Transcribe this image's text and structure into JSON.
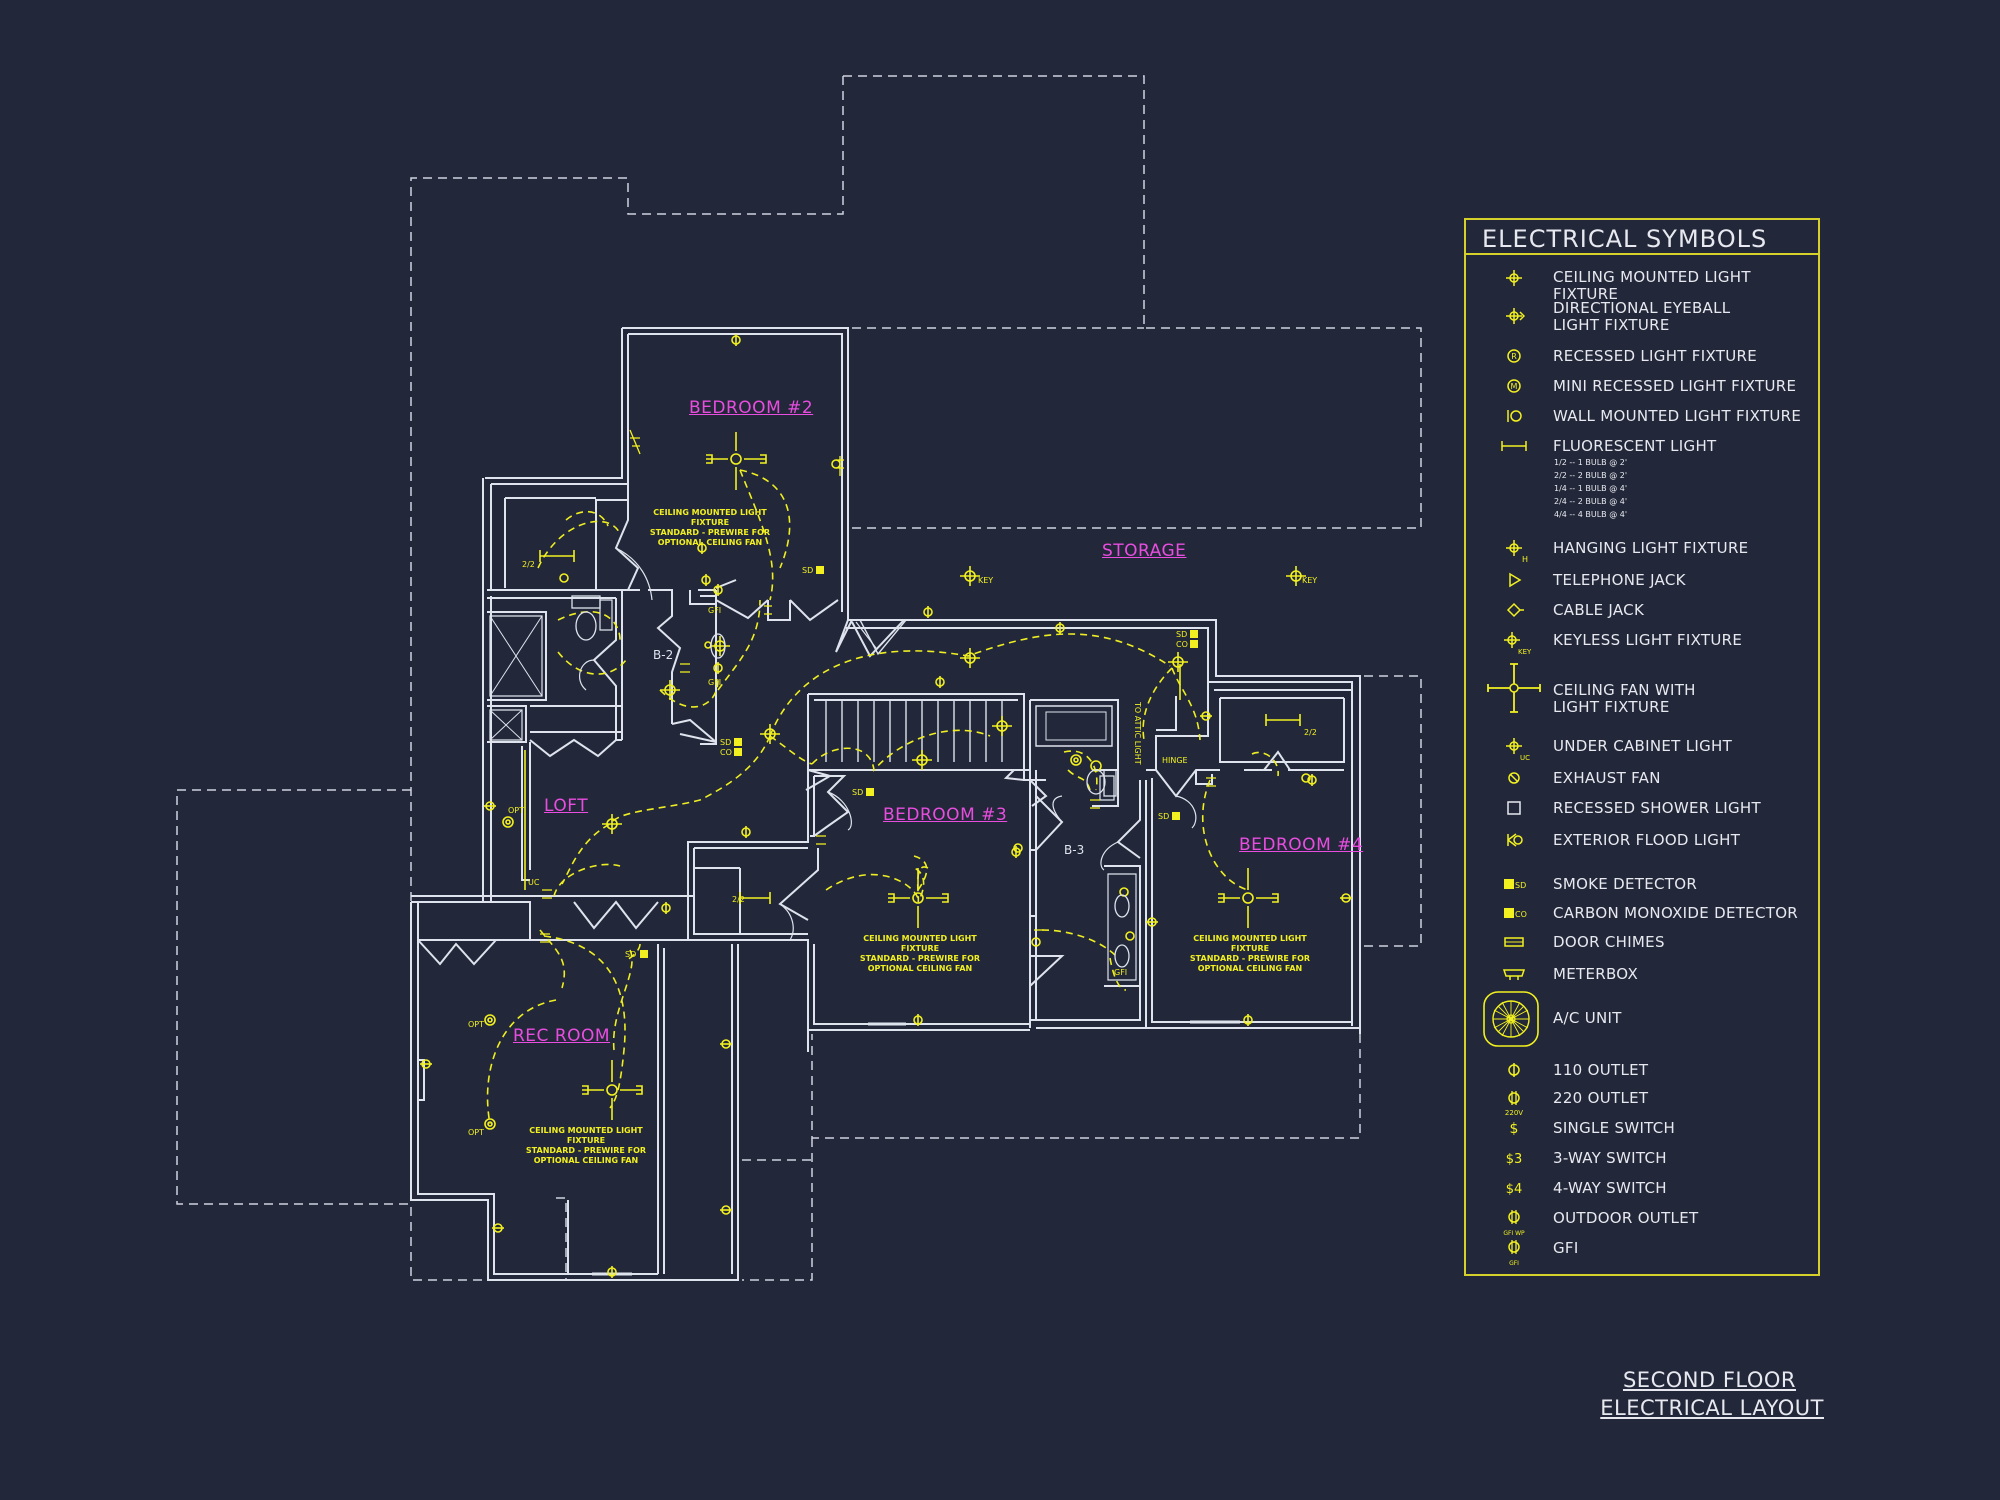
{
  "rooms": {
    "bedroom2": "BEDROOM #2",
    "bedroom3": "BEDROOM #3",
    "bedroom4": "BEDROOM #4",
    "storage": "STORAGE",
    "loft": "LOFT",
    "rec_room": "REC ROOM",
    "bath_b2": "B-2",
    "bath_b3": "B-3"
  },
  "fan_note": "CEILING MOUNTED LIGHT FIXTURE\nSTANDARD - PREWIRE FOR\nOPTIONAL CEILING FAN",
  "tags": {
    "key": "KEY",
    "gfi": "GFI",
    "sd": "SD",
    "co": "CO",
    "opt": "OPT",
    "uc": "UC",
    "hinge": "HINGE",
    "to_attic": "TO ATTIC LIGHT",
    "two_two": "2/2"
  },
  "legend": {
    "title": "ELECTRICAL SYMBOLS",
    "items": [
      {
        "icon": "ceiling-light-icon",
        "label": "CEILING MOUNTED LIGHT FIXTURE"
      },
      {
        "icon": "eyeball-light-icon",
        "label": "DIRECTIONAL EYEBALL\nLIGHT FIXTURE"
      },
      {
        "icon": "recessed-light-icon",
        "label": "RECESSED LIGHT FIXTURE"
      },
      {
        "icon": "mini-recessed-light-icon",
        "label": "MINI RECESSED LIGHT FIXTURE"
      },
      {
        "icon": "wall-light-icon",
        "label": "WALL MOUNTED LIGHT FIXTURE"
      },
      {
        "icon": "fluorescent-light-icon",
        "label": "FLUORESCENT LIGHT",
        "sub": "1/2 -- 1 BULB @ 2'\n2/2 -- 2 BULB @ 2'\n1/4 -- 1 BULB @ 4'\n2/4 -- 2 BULB @ 4'\n4/4 -- 4 BULB @ 4'"
      },
      {
        "icon": "hanging-light-icon",
        "label": "HANGING LIGHT FIXTURE"
      },
      {
        "icon": "telephone-jack-icon",
        "label": "TELEPHONE JACK"
      },
      {
        "icon": "cable-jack-icon",
        "label": "CABLE JACK"
      },
      {
        "icon": "keyless-light-icon",
        "label": "KEYLESS LIGHT FIXTURE"
      },
      {
        "icon": "ceiling-fan-icon",
        "label": "CEILING FAN WITH\nLIGHT FIXTURE"
      },
      {
        "icon": "under-cabinet-light-icon",
        "label": "UNDER CABINET LIGHT"
      },
      {
        "icon": "exhaust-fan-icon",
        "label": "EXHAUST FAN"
      },
      {
        "icon": "shower-light-icon",
        "label": "RECESSED SHOWER LIGHT"
      },
      {
        "icon": "flood-light-icon",
        "label": "EXTERIOR FLOOD LIGHT"
      },
      {
        "icon": "smoke-detector-icon",
        "label": "SMOKE DETECTOR"
      },
      {
        "icon": "co-detector-icon",
        "label": "CARBON MONOXIDE DETECTOR"
      },
      {
        "icon": "door-chimes-icon",
        "label": "DOOR CHIMES"
      },
      {
        "icon": "meterbox-icon",
        "label": "METERBOX"
      },
      {
        "icon": "ac-unit-icon",
        "label": "A/C UNIT"
      },
      {
        "icon": "outlet-110-icon",
        "label": "110 OUTLET"
      },
      {
        "icon": "outlet-220-icon",
        "label": "220 OUTLET"
      },
      {
        "icon": "single-switch-icon",
        "label": "SINGLE SWITCH"
      },
      {
        "icon": "three-way-switch-icon",
        "label": "3-WAY SWITCH"
      },
      {
        "icon": "four-way-switch-icon",
        "label": "4-WAY SWITCH"
      },
      {
        "icon": "outdoor-outlet-icon",
        "label": "OUTDOOR OUTLET"
      },
      {
        "icon": "gfi-outlet-icon",
        "label": "GFI"
      }
    ],
    "sym_text": {
      "sd": "SD",
      "co": "CO",
      "key": "KEY",
      "h": "H",
      "uc": "UC",
      "v220": "220V",
      "gfiwp": "GFI WP",
      "gfi": "GFI",
      "s": "$",
      "s3": "$3",
      "s4": "$4"
    }
  },
  "title_block": {
    "line1": "SECOND FLOOR",
    "line2": "ELECTRICAL LAYOUT"
  },
  "colors": {
    "background": "#222839",
    "walls": "#dfe3ee",
    "electrical": "#f2f020",
    "room_labels": "#e94de0",
    "legend_border": "#d6d02a"
  }
}
